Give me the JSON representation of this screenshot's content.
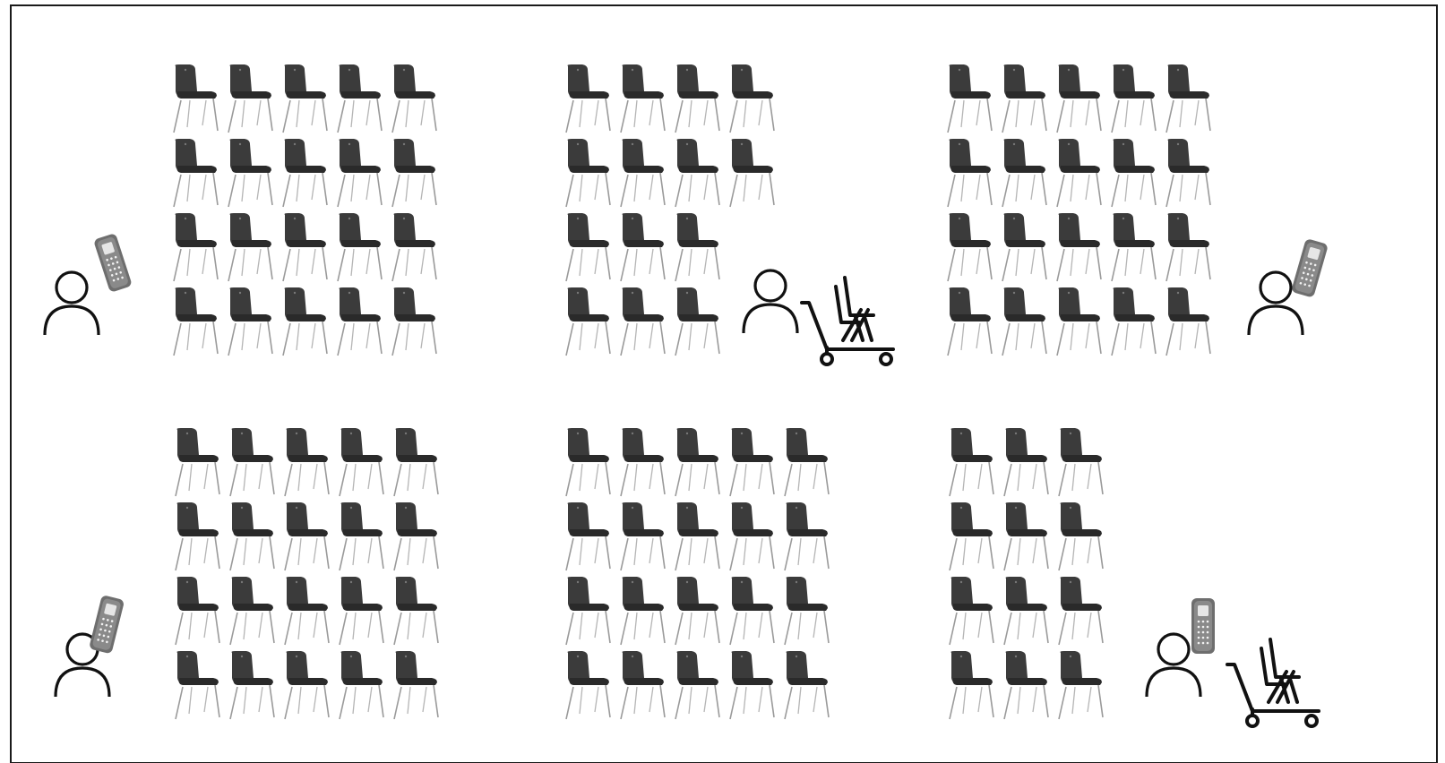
{
  "colors": {
    "border": "#1a1a1a",
    "chair_seat": "#3b3b3b",
    "chair_shadow": "#2a2a2a",
    "chair_legs": "#9a9a9a",
    "person": "#111111",
    "cart": "#111111",
    "remote_body": "#6e6e6e",
    "remote_screen": "#e6e6e6"
  },
  "chair_groups": [
    {
      "id": "group-top-left",
      "rows": [
        5,
        5,
        5,
        5
      ]
    },
    {
      "id": "group-top-center",
      "rows": [
        4,
        4,
        3,
        3
      ]
    },
    {
      "id": "group-top-right",
      "rows": [
        5,
        5,
        5,
        5
      ]
    },
    {
      "id": "group-bottom-left",
      "rows": [
        5,
        5,
        5,
        5
      ]
    },
    {
      "id": "group-bottom-center",
      "rows": [
        5,
        5,
        5,
        5
      ]
    },
    {
      "id": "group-bottom-right",
      "rows": [
        3,
        3,
        3,
        3
      ]
    }
  ],
  "figures": [
    {
      "id": "person-top-left",
      "icon": "person-icon",
      "holds": "remote-control-icon"
    },
    {
      "id": "person-top-center",
      "icon": "person-icon",
      "holds": "chair-cart-icon"
    },
    {
      "id": "person-top-right",
      "icon": "person-icon",
      "holds": "remote-control-icon"
    },
    {
      "id": "person-bottom-left",
      "icon": "person-icon",
      "holds": "remote-control-icon"
    },
    {
      "id": "person-bottom-right",
      "icon": "person-icon",
      "holds": "remote-control-icon"
    },
    {
      "id": "cart-bottom-right",
      "icon": "chair-cart-icon"
    }
  ]
}
